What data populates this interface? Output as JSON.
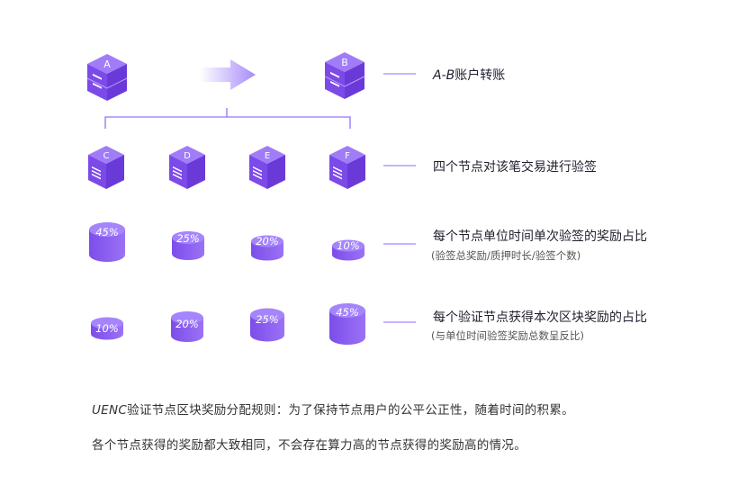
{
  "row1": {
    "node_a": "A",
    "node_b": "B",
    "desc_prefix": "A-B",
    "desc_suffix": "账户转账"
  },
  "row2": {
    "nodes": [
      "C",
      "D",
      "E",
      "F"
    ],
    "desc": "四个节点对该笔交易进行验签"
  },
  "row3": {
    "percents": [
      "45%",
      "25%",
      "20%",
      "10%"
    ],
    "desc": "每个节点单位时间单次验签的奖励占比",
    "sub": "(验签总奖励/质押时长/验签个数)"
  },
  "row4": {
    "percents": [
      "10%",
      "20%",
      "25%",
      "45%"
    ],
    "desc": "每个验证节点获得本次区块奖励的占比",
    "sub": "(与单位时间验签奖励总数呈反比)"
  },
  "footer": {
    "line1_prefix": "UENC",
    "line1_rest": "验证节点区块奖励分配规则：为了保持节点用户的公平公正性，随着时间的积累。",
    "line2": "各个节点获得的奖励都大致相同，不会存在算力高的节点获得的奖励高的情况。"
  },
  "colors": {
    "accent": "#8b5cf6",
    "accent_light": "#c7b3ff",
    "accent_dark": "#6d3fe0"
  }
}
